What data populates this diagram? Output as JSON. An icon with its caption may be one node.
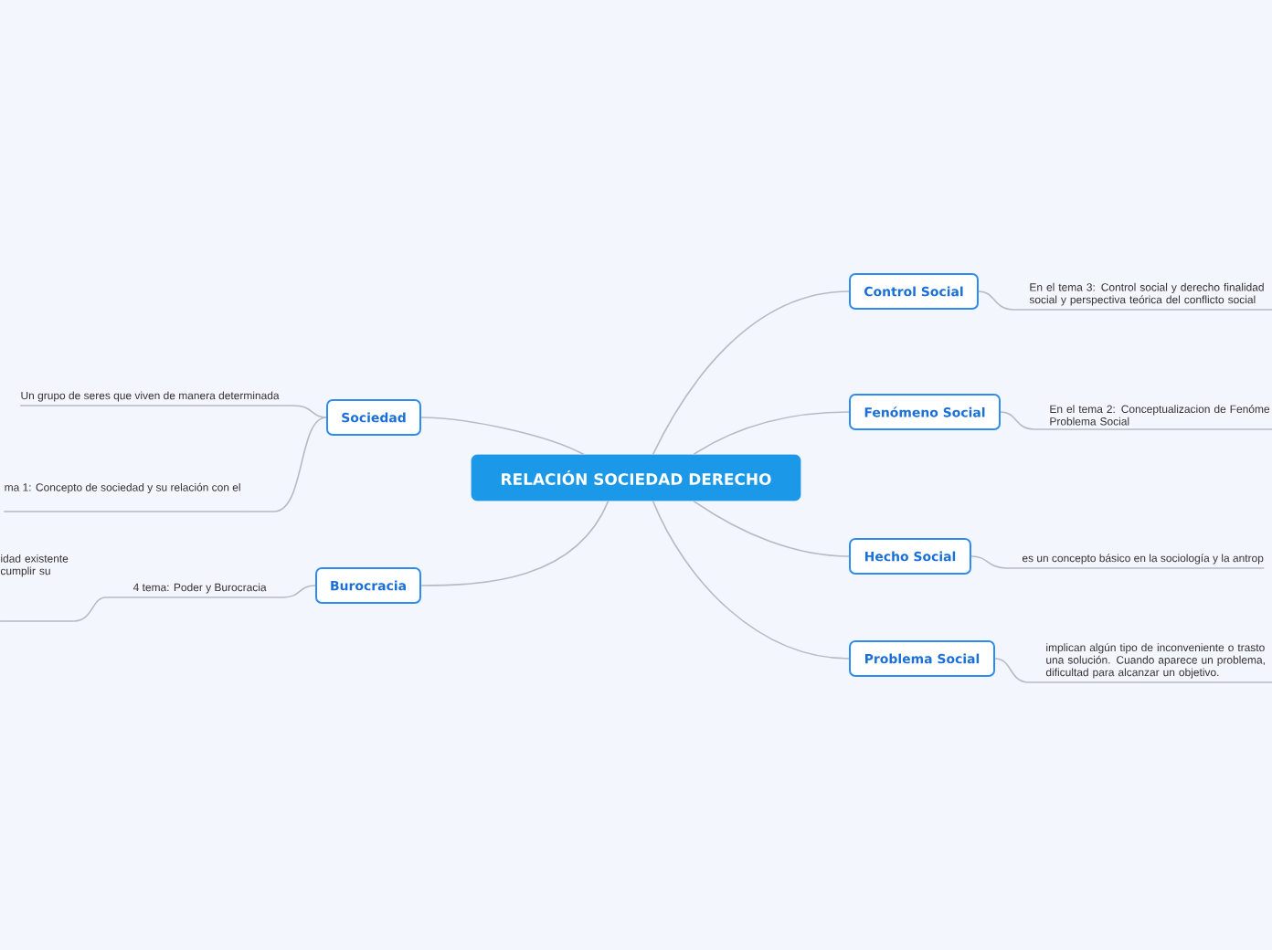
{
  "diagram": {
    "nodes": [
      {
        "text": [
          "RELACIÓN SOCIEDAD DERECHO"
        ]
      },
      {
        "text": [
          "Sociedad"
        ]
      },
      {
        "text": [
          "Un grupo de seres que viven de manera determinada"
        ]
      },
      {
        "text": [
          "ma 1: Concepto de sociedad y su relación con el"
        ]
      },
      {
        "text": [
          "Burocracia"
        ]
      },
      {
        "text": [
          "4 tema: Poder y Burocracia"
        ]
      },
      {
        "text": [
          "idad existente cumplir su"
        ]
      },
      {
        "text": [
          "Control Social"
        ]
      },
      {
        "text": [
          "En el tema 3: Control social y derecho finalidad social y perspectiva teórica del conflicto social"
        ]
      },
      {
        "text": [
          "Fenómeno Social"
        ]
      },
      {
        "text": [
          "En el tema 2: Conceptualizacion de Fenóme Problema Social"
        ]
      },
      {
        "text": [
          "Hecho Social"
        ]
      },
      {
        "text": [
          "es un concepto básico en la sociología y la antrop"
        ]
      },
      {
        "text": [
          "Problema Social"
        ]
      },
      {
        "text": [
          "implican algún tipo de inconveniente o trasto una solución. Cuando aparece un problema, dificultad para alcanzar un objetivo."
        ]
      }
    ],
    "edges": [
      {
        "from": 0,
        "to": 1,
        "arrow": "none"
      },
      {
        "from": 1,
        "to": 2,
        "arrow": "none"
      },
      {
        "from": 1,
        "to": 3,
        "arrow": "none"
      },
      {
        "from": 0,
        "to": 4,
        "arrow": "none"
      },
      {
        "from": 4,
        "to": 5,
        "arrow": "none"
      },
      {
        "from": 5,
        "to": 6,
        "arrow": "none"
      },
      {
        "from": 0,
        "to": 7,
        "arrow": "none"
      },
      {
        "from": 7,
        "to": 8,
        "arrow": "none"
      },
      {
        "from": 0,
        "to": 9,
        "arrow": "none"
      },
      {
        "from": 9,
        "to": 10,
        "arrow": "none"
      },
      {
        "from": 0,
        "to": 11,
        "arrow": "none"
      },
      {
        "from": 11,
        "to": 12,
        "arrow": "none"
      },
      {
        "from": 0,
        "to": 13,
        "arrow": "none"
      },
      {
        "from": 13,
        "to": 14,
        "arrow": "none"
      }
    ]
  }
}
